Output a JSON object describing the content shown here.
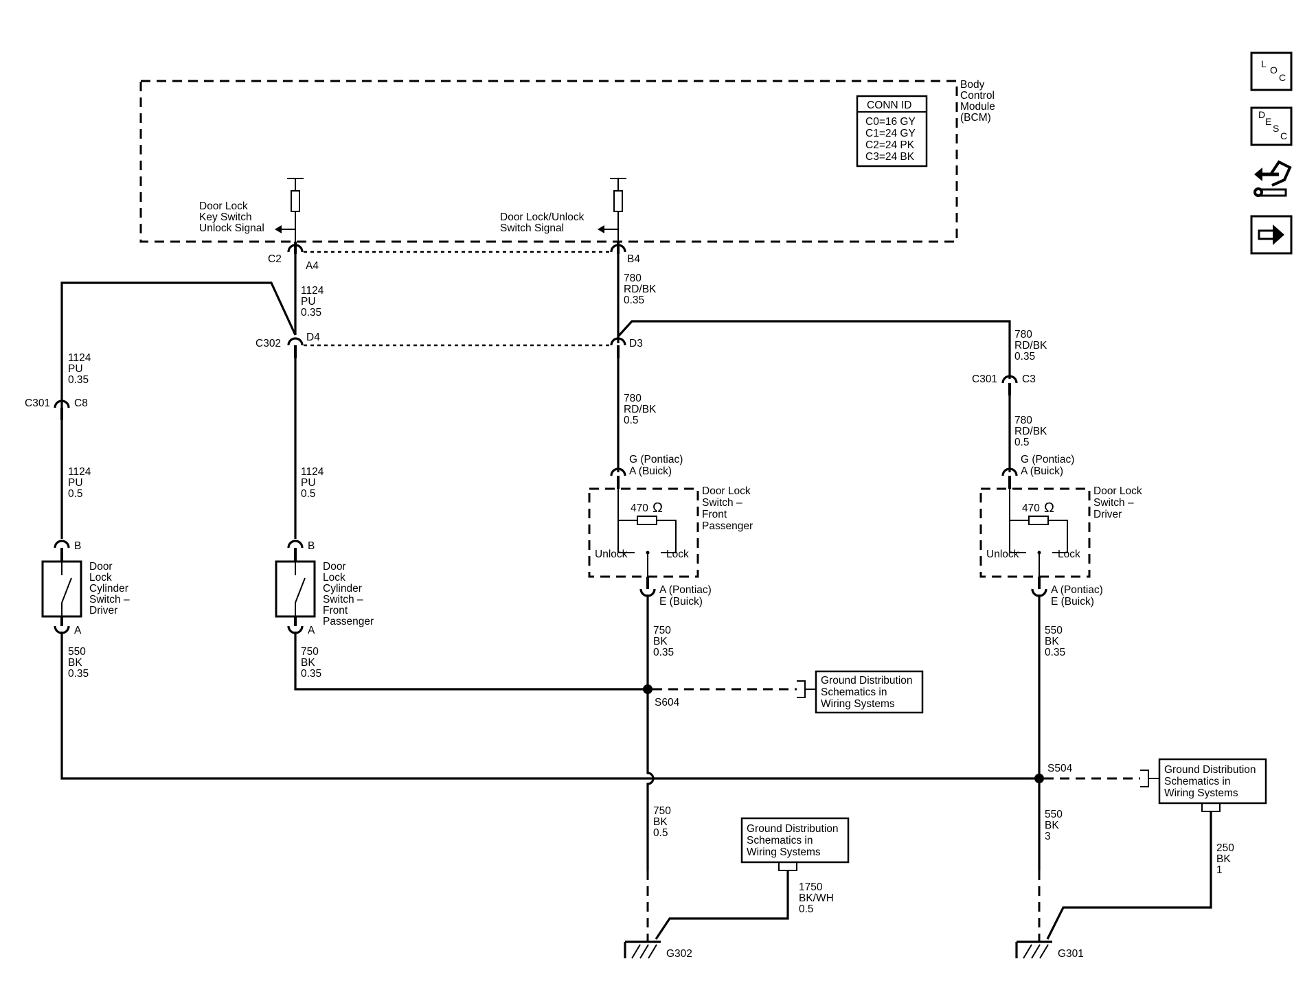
{
  "bcm": {
    "name": [
      "Body",
      "Control",
      "Module",
      "(BCM)"
    ],
    "conn_id_title": "CONN ID",
    "conn_ids": [
      "C0=16 GY",
      "C1=24 GY",
      "C2=24 PK",
      "C3=24 BK"
    ],
    "signal_left": [
      "Door Lock",
      "Key Switch",
      "Unlock Signal"
    ],
    "signal_right": [
      "Door Lock/Unlock",
      "Switch Signal"
    ]
  },
  "connectors": {
    "c2": "C2",
    "a4": "A4",
    "b4": "B4",
    "c302": "C302",
    "d4": "D4",
    "d3": "D3",
    "c301_left": "C301",
    "c8": "C8",
    "c301_right": "C301",
    "c3": "C3",
    "b_driver": "B",
    "a_driver": "A",
    "b_pass": "B",
    "a_pass": "A",
    "g_pass": [
      "G (Pontiac)",
      "A (Buick)"
    ],
    "g_driver": [
      "G (Pontiac)",
      "A (Buick)"
    ],
    "a_pass_bottom": [
      "A (Pontiac)",
      "E (Buick)"
    ],
    "a_driver_bottom": [
      "A (Pontiac)",
      "E (Buick)"
    ]
  },
  "wires": {
    "w1124_top": [
      "1124",
      "PU",
      "0.35"
    ],
    "w780_top": [
      "780",
      "RD/BK",
      "0.35"
    ],
    "w1124_left": [
      "1124",
      "PU",
      "0.35"
    ],
    "w780_right_top": [
      "780",
      "RD/BK",
      "0.35"
    ],
    "w1124_left_lower": [
      "1124",
      "PU",
      "0.5"
    ],
    "w1124_mid_lower": [
      "1124",
      "PU",
      "0.5"
    ],
    "w780_mid": [
      "780",
      "RD/BK",
      "0.5"
    ],
    "w780_right_mid": [
      "780",
      "RD/BK",
      "0.5"
    ],
    "w550_left": [
      "550",
      "BK",
      "0.35"
    ],
    "w750_passcyl": [
      "750",
      "BK",
      "0.35"
    ],
    "w750_passsw": [
      "750",
      "BK",
      "0.35"
    ],
    "w550_driversw": [
      "550",
      "BK",
      "0.35"
    ],
    "w750_lower": [
      "750",
      "BK",
      "0.5"
    ],
    "w550_lower": [
      "550",
      "BK",
      "3"
    ],
    "w1750": [
      "1750",
      "BK/WH",
      "0.5"
    ],
    "w250": [
      "250",
      "BK",
      "1"
    ]
  },
  "components": {
    "cyl_driver": [
      "Door",
      "Lock",
      "Cylinder",
      "Switch –",
      "Driver"
    ],
    "cyl_pass": [
      "Door",
      "Lock",
      "Cylinder",
      "Switch –",
      "Front",
      "Passenger"
    ],
    "sw_pass": [
      "Door Lock",
      "Switch –",
      "Front",
      "Passenger"
    ],
    "sw_driver": [
      "Door Lock",
      "Switch –",
      "Driver"
    ],
    "resistor_value": "470",
    "ohm_symbol": "Ω",
    "unlock_label": "Unlock",
    "lock_label": "Lock"
  },
  "splices": {
    "s604": "S604",
    "s504": "S504"
  },
  "grounds": {
    "g302": "G302",
    "g301": "G301"
  },
  "ground_refs": {
    "ref1": [
      "Ground Distribution",
      "Schematics in",
      "Wiring Systems"
    ],
    "ref2": [
      "Ground Distribution",
      "Schematics in",
      "Wiring Systems"
    ],
    "ref3": [
      "Ground Distribution",
      "Schematics in",
      "Wiring Systems"
    ]
  },
  "nav": {
    "loc": [
      "L",
      "O",
      "C"
    ],
    "desc": [
      "D",
      "E",
      "S",
      "C"
    ],
    "repair_icon": "connector-repair-icon",
    "next_icon": "arrow-right-icon"
  }
}
